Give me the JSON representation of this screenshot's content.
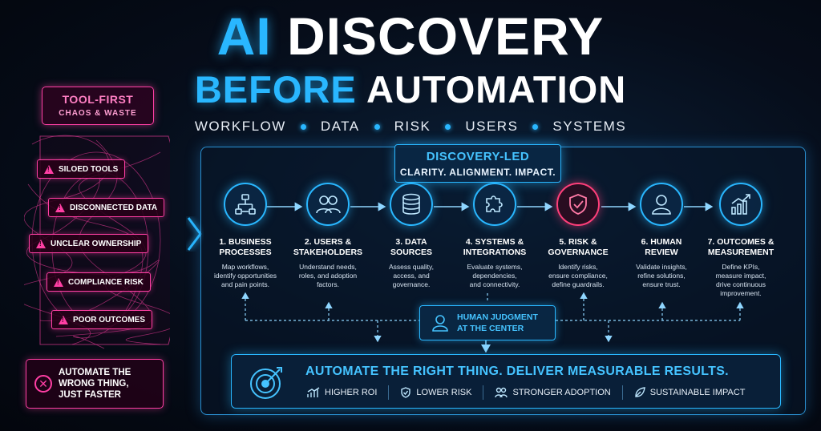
{
  "header": {
    "title_accent": "AI",
    "title_rest": "DISCOVERY",
    "subtitle_accent": "BEFORE",
    "subtitle_rest": "AUTOMATION",
    "dimensions": [
      "WORKFLOW",
      "DATA",
      "RISK",
      "USERS",
      "SYSTEMS"
    ]
  },
  "tool_first": {
    "title": "TOOL-FIRST",
    "subtitle": "CHAOS & WASTE",
    "warnings": [
      "SILOED TOOLS",
      "DISCONNECTED DATA",
      "UNCLEAR OWNERSHIP",
      "COMPLIANCE RISK",
      "POOR OUTCOMES"
    ],
    "result_line1": "AUTOMATE THE",
    "result_line2": "WRONG THING,",
    "result_line3": "JUST FASTER",
    "result_icon": "x-circle-icon"
  },
  "discovery": {
    "title": "DISCOVERY-LED",
    "tagline": "CLARITY. ALIGNMENT. IMPACT.",
    "steps": [
      {
        "title1": "1. BUSINESS",
        "title2": "PROCESSES",
        "desc1": "Map workflows,",
        "desc2": "identify opportunities",
        "desc3": "and pain points.",
        "icon": "workflow-icon"
      },
      {
        "title1": "2. USERS &",
        "title2": "STAKEHOLDERS",
        "desc1": "Understand needs,",
        "desc2": "roles, and adoption",
        "desc3": "factors.",
        "icon": "users-icon"
      },
      {
        "title1": "3. DATA",
        "title2": "SOURCES",
        "desc1": "Assess quality,",
        "desc2": "access, and",
        "desc3": "governance.",
        "icon": "database-icon"
      },
      {
        "title1": "4. SYSTEMS &",
        "title2": "INTEGRATIONS",
        "desc1": "Evaluate systems,",
        "desc2": "dependencies,",
        "desc3": "and connectivity.",
        "icon": "puzzle-icon"
      },
      {
        "title1": "5. RISK &",
        "title2": "GOVERNANCE",
        "desc1": "Identify risks,",
        "desc2": "ensure compliance,",
        "desc3": "define guardrails.",
        "icon": "shield-check-icon"
      },
      {
        "title1": "6. HUMAN",
        "title2": "REVIEW",
        "desc1": "Validate insights,",
        "desc2": "refine solutions,",
        "desc3": "ensure trust.",
        "icon": "person-icon"
      },
      {
        "title1": "7. OUTCOMES &",
        "title2": "MEASUREMENT",
        "desc1": "Define KPIs,",
        "desc2": "measure impact,",
        "desc3": "drive continuous",
        "desc4": "improvement.",
        "icon": "growth-chart-icon"
      }
    ],
    "human_judgment_line1": "HUMAN JUDGMENT",
    "human_judgment_line2": "AT THE CENTER"
  },
  "result": {
    "headline": "AUTOMATE THE RIGHT THING. DELIVER MEASURABLE RESULTS.",
    "benefits": [
      "HIGHER ROI",
      "LOWER RISK",
      "STRONGER ADOPTION",
      "SUSTAINABLE IMPACT"
    ]
  },
  "colors": {
    "accent_blue": "#29b7ff",
    "accent_pink": "#ff3fa4",
    "risk_red": "#ff3f7a",
    "background": "#060d1a"
  }
}
